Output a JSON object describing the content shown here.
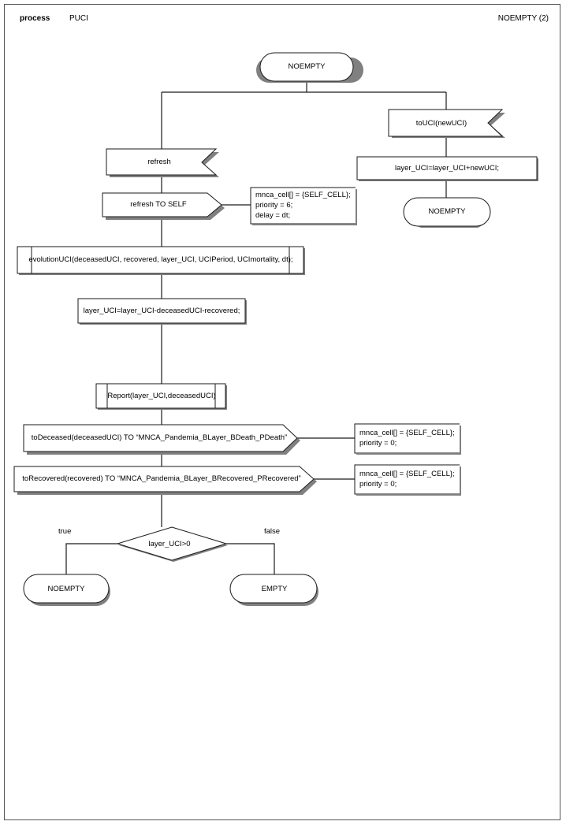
{
  "header": {
    "keyword": "process",
    "process_name": "PUCI",
    "page_ref": "NOEMPTY (2)"
  },
  "diagram": {
    "type": "sdl-process-flowchart",
    "start_state": {
      "label": "NOEMPTY"
    },
    "branches": {
      "left": {
        "input": {
          "label": "refresh"
        },
        "output": {
          "label": "refresh TO SELF"
        },
        "output_comment": {
          "line1": "mnca_cell[] = {SELF_CELL};",
          "line2": "priority = 6;",
          "line3": "delay = dt;"
        },
        "procedure_call_1": {
          "label": "evolutionUCI(deceasedUCI, recovered, layer_UCI, UCIPeriod, UCImortality, dt);"
        },
        "task_1": {
          "label": "layer_UCI=layer_UCI-deceasedUCI-recovered;"
        },
        "procedure_call_2": {
          "label": "Report(layer_UCI,deceasedUCI)"
        },
        "output_deceased": {
          "label": "toDeceased(deceasedUCI) TO “MNCA_Pandemia_BLayer_BDeath_PDeath”"
        },
        "output_deceased_comment": {
          "line1": "mnca_cell[] = {SELF_CELL};",
          "line2": "priority = 0;"
        },
        "output_recovered": {
          "label": "toRecovered(recovered) TO “MNCA_Pandemia_BLayer_BRecovered_PRecovered”"
        },
        "output_recovered_comment": {
          "line1": "mnca_cell[] = {SELF_CELL};",
          "line2": "priority = 0;"
        },
        "decision": {
          "condition": "layer_UCI>0",
          "true_label": "true",
          "false_label": "false",
          "true_state": "NOEMPTY",
          "false_state": "EMPTY"
        }
      },
      "right": {
        "input": {
          "label": "toUCI(newUCI)"
        },
        "task": {
          "label": "layer_UCI=layer_UCI+newUCI;"
        },
        "end_state": {
          "label": "NOEMPTY"
        }
      }
    }
  },
  "colors": {
    "line": "#1a1a1a",
    "shadow": "#808080",
    "page_border": "#555555",
    "background": "#ffffff"
  }
}
